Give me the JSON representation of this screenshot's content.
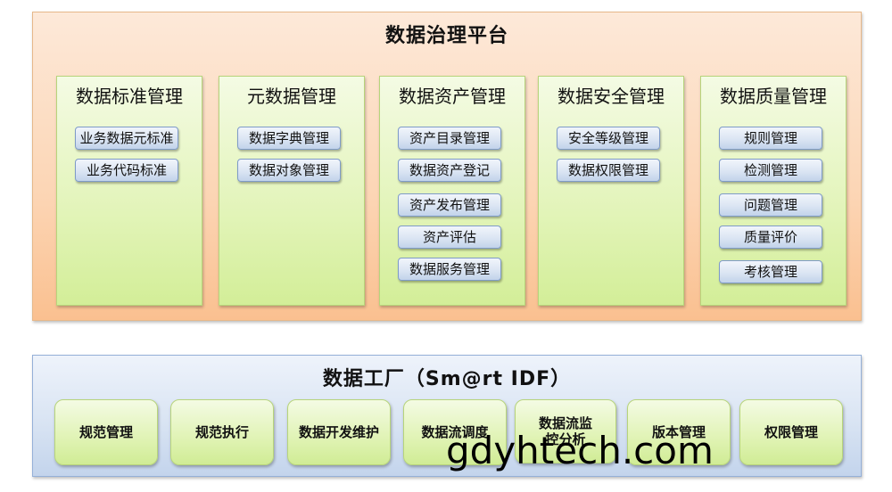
{
  "platform": {
    "title": "数据治理平台",
    "modules": [
      {
        "title": "数据标准管理",
        "items": [
          "业务数据元标准",
          "业务代码标准"
        ]
      },
      {
        "title": "元数据管理",
        "items": [
          "数据字典管理",
          "数据对象管理"
        ]
      },
      {
        "title": "数据资产管理",
        "items": [
          "资产目录管理",
          "数据资产登记",
          "资产发布管理",
          "资产评估",
          "数据服务管理"
        ]
      },
      {
        "title": "数据安全管理",
        "items": [
          "安全等级管理",
          "数据权限管理"
        ]
      },
      {
        "title": "数据质量管理",
        "items": [
          "规则管理",
          "检测管理",
          "问题管理",
          "质量评价",
          "考核管理"
        ]
      }
    ]
  },
  "factory": {
    "title": "数据工厂（Sm@rt IDF）",
    "items": [
      "规范管理",
      "规范执行",
      "数据开发维护",
      "数据流调度",
      "数据流监控分析",
      "版本管理",
      "权限管理"
    ]
  },
  "watermark": "gdyhtech.com"
}
